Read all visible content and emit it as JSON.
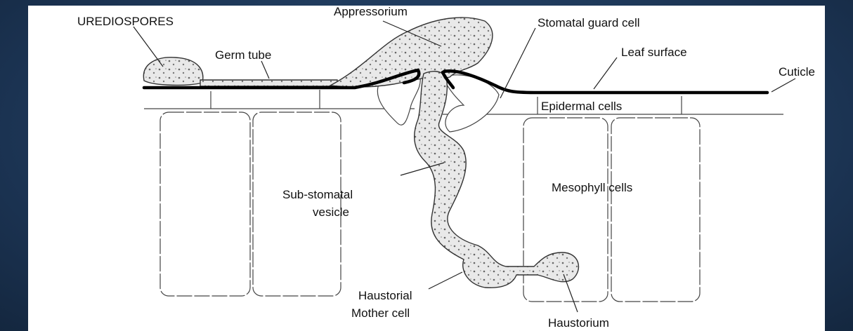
{
  "labels": {
    "urediospores": "UREDIOSPORES",
    "appressorium": "Appressorium",
    "germ_tube": "Germ tube",
    "stomatal_guard_cell": "Stomatal guard cell",
    "leaf_surface": "Leaf surface",
    "cuticle": "Cuticle",
    "epidermal_cells": "Epidermal cells",
    "sub_stomatal_line1": "Sub-stomatal",
    "sub_stomatal_line2": "vesicle",
    "mesophyll_cells": "Mesophyll cells",
    "haustorial_line1": "Haustorial",
    "haustorial_line2": "Mother cell",
    "haustorium": "Haustorium"
  }
}
